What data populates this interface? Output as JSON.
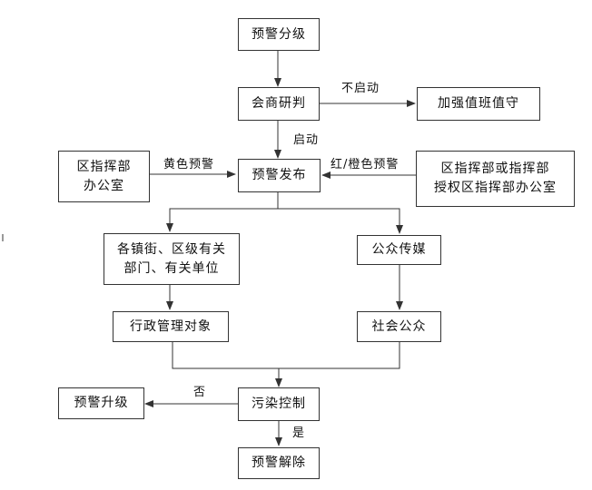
{
  "nodes": {
    "grading": "预警分级",
    "consult": "会商研判",
    "strengthen_duty": "加强值班值守",
    "district_office": "区指挥部\n办公室",
    "release": "预警发布",
    "authorized_office": "区指挥部或指挥部\n授权区指挥部办公室",
    "departments": "各镇街、区级有关\n部门、有关单位",
    "media": "公众传媒",
    "admin_targets": "行政管理对象",
    "public": "社会公众",
    "upgrade": "预警升级",
    "pollution_control": "污染控制",
    "lift": "预警解除"
  },
  "labels": {
    "not_start": "不启动",
    "start": "启动",
    "yellow": "黄色预警",
    "red_orange": "红/橙色预警",
    "no": "否",
    "yes": "是"
  },
  "colors": {
    "line": "#333333",
    "text": "#111111"
  }
}
